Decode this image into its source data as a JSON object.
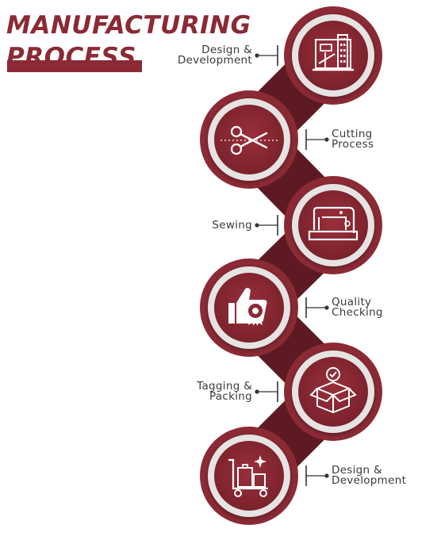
{
  "title": {
    "line1": "MANUFACTURING",
    "line2": "PROCESS"
  },
  "colors": {
    "primary": "#8b2a35",
    "dark": "#5e1a22",
    "ring": "#e6e3e3",
    "icon": "#ffffff",
    "text": "#3a3a3a"
  },
  "steps": [
    {
      "label": "Design &\nDevelopment",
      "icon": "design-building-icon"
    },
    {
      "label": "Cutting\nProcess",
      "icon": "scissors-icon"
    },
    {
      "label": "Sewing",
      "icon": "sewing-machine-icon"
    },
    {
      "label": "Quality\nChecking",
      "icon": "thumbs-up-badge-icon"
    },
    {
      "label": "Tagging &\nPacking",
      "icon": "package-box-icon"
    },
    {
      "label": "Design &\nDevelopment",
      "icon": "luggage-cart-icon"
    }
  ]
}
